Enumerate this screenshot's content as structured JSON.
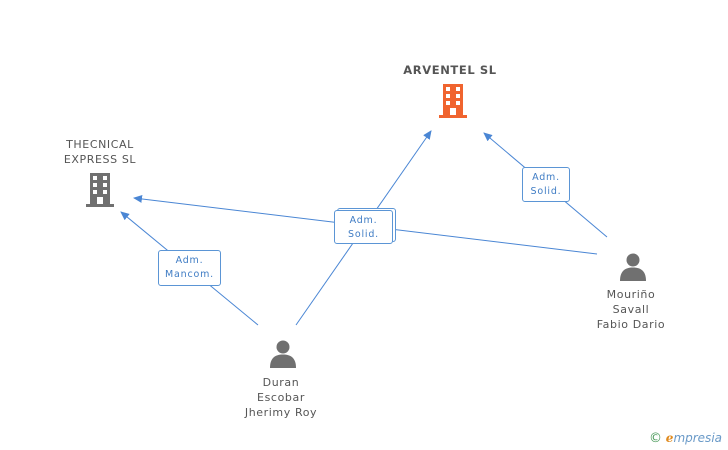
{
  "companies": {
    "arventel": {
      "name": "ARVENTEL SL",
      "color": "#f0642f",
      "icon": "building-icon"
    },
    "thecnical": {
      "name_line1": "THECNICAL",
      "name_line2": "EXPRESS SL",
      "color": "#707070",
      "icon": "building-icon"
    }
  },
  "people": {
    "duran": {
      "line1": "Duran",
      "line2": "Escobar",
      "line3": "Jherimy Roy",
      "icon": "person-icon"
    },
    "mourino": {
      "line1": "Mouriño",
      "line2": "Savall",
      "line3": "Fabio Dario",
      "icon": "person-icon"
    }
  },
  "relations": {
    "duran_thecnical": {
      "line1": "Adm.",
      "line2": "Mancom."
    },
    "duran_arventel": {
      "line1": "Adm.",
      "line2": "Solid."
    },
    "mourino_arventel": {
      "line1": "Adm.",
      "line2": "Solid."
    }
  },
  "colors": {
    "edge": "#4a86d4",
    "person": "#707070"
  },
  "watermark": {
    "copyright": "©",
    "brand_initial": "e",
    "brand_rest": "mpresia"
  }
}
